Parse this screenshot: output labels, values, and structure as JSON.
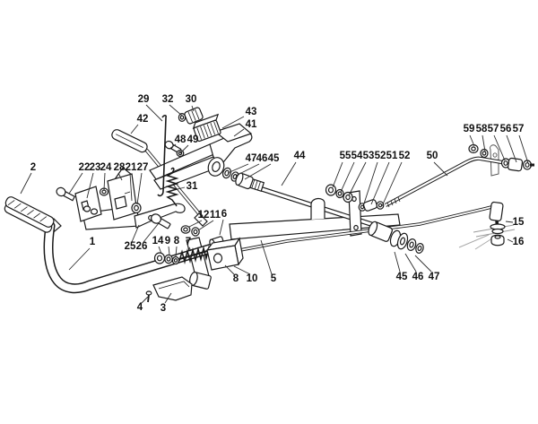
{
  "diagram": {
    "type": "exploded-parts-diagram",
    "colors": {
      "line": "#1a1a1a",
      "label": "#111111",
      "background": "#ffffff"
    },
    "labels": [
      "29",
      "32",
      "30",
      "43",
      "41",
      "42",
      "48",
      "49",
      "2",
      "22",
      "23",
      "24",
      "28",
      "21",
      "27",
      "47",
      "46",
      "45",
      "44",
      "55",
      "54",
      "53",
      "52",
      "51",
      "52",
      "50",
      "59",
      "58",
      "57",
      "56",
      "57",
      "31",
      "1",
      "25",
      "26",
      "14",
      "9",
      "8",
      "7",
      "12",
      "11",
      "6",
      "8",
      "10",
      "5",
      "4",
      "3",
      "15",
      "16",
      "45",
      "46",
      "47"
    ]
  }
}
